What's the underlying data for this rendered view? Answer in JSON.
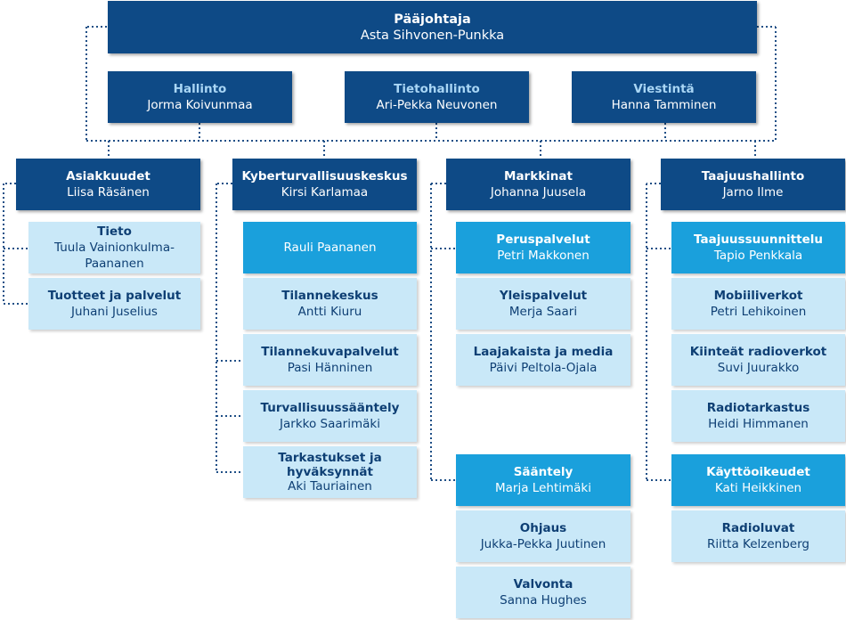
{
  "ceo": {
    "title": "Pääjohtaja",
    "name": "Asta Sihvonen-Punkka"
  },
  "staff": [
    {
      "title": "Hallinto",
      "name": "Jorma Koivunmaa"
    },
    {
      "title": "Tietohallinto",
      "name": "Ari-Pekka Neuvonen"
    },
    {
      "title": "Viestintä",
      "name": "Hanna Tamminen"
    }
  ],
  "departments": [
    {
      "title": "Asiakkuudet",
      "name": "Liisa Räsänen",
      "units": [
        {
          "title": "Tieto",
          "name": "Tuula Vainionkulma-Paananen"
        },
        {
          "title": "Tuotteet ja palvelut",
          "name": "Juhani Juselius"
        }
      ]
    },
    {
      "title": "Kyberturvallisuuskeskus",
      "name": "Kirsi Karlamaa",
      "units": [
        {
          "title": "",
          "name": "Rauli Paananen"
        },
        {
          "title": "Tilannekeskus",
          "name": "Antti Kiuru"
        },
        {
          "title": "Tilannekuvapalvelut",
          "name": "Pasi Hänninen"
        },
        {
          "title": "Turvallisuussääntely",
          "name": "Jarkko Saarimäki"
        },
        {
          "title": "Tarkastukset ja hyväksynnät",
          "name": "Aki Tauriainen"
        }
      ]
    },
    {
      "title": "Markkinat",
      "name": "Johanna Juusela",
      "units": [
        {
          "title": "Peruspalvelut",
          "name": "Petri Makkonen"
        },
        {
          "title": "Yleispalvelut",
          "name": "Merja Saari"
        },
        {
          "title": "Laajakaista ja media",
          "name": "Päivi Peltola-Ojala"
        },
        {
          "title": "Sääntely",
          "name": "Marja Lehtimäki"
        },
        {
          "title": "Ohjaus",
          "name": "Jukka-Pekka Juutinen"
        },
        {
          "title": "Valvonta",
          "name": "Sanna Hughes"
        }
      ]
    },
    {
      "title": "Taajuushallinto",
      "name": "Jarno Ilme",
      "units": [
        {
          "title": "Taajuussuunnittelu",
          "name": "Tapio Penkkala"
        },
        {
          "title": "Mobiiliverkot",
          "name": "Petri Lehikoinen"
        },
        {
          "title": "Kiinteät radioverkot",
          "name": "Suvi Juurakko"
        },
        {
          "title": "Radiotarkastus",
          "name": "Heidi Himmanen"
        },
        {
          "title": "Käyttöoikeudet",
          "name": "Kati Heikkinen"
        },
        {
          "title": "Radioluvat",
          "name": "Riitta Kelzenberg"
        }
      ]
    }
  ]
}
